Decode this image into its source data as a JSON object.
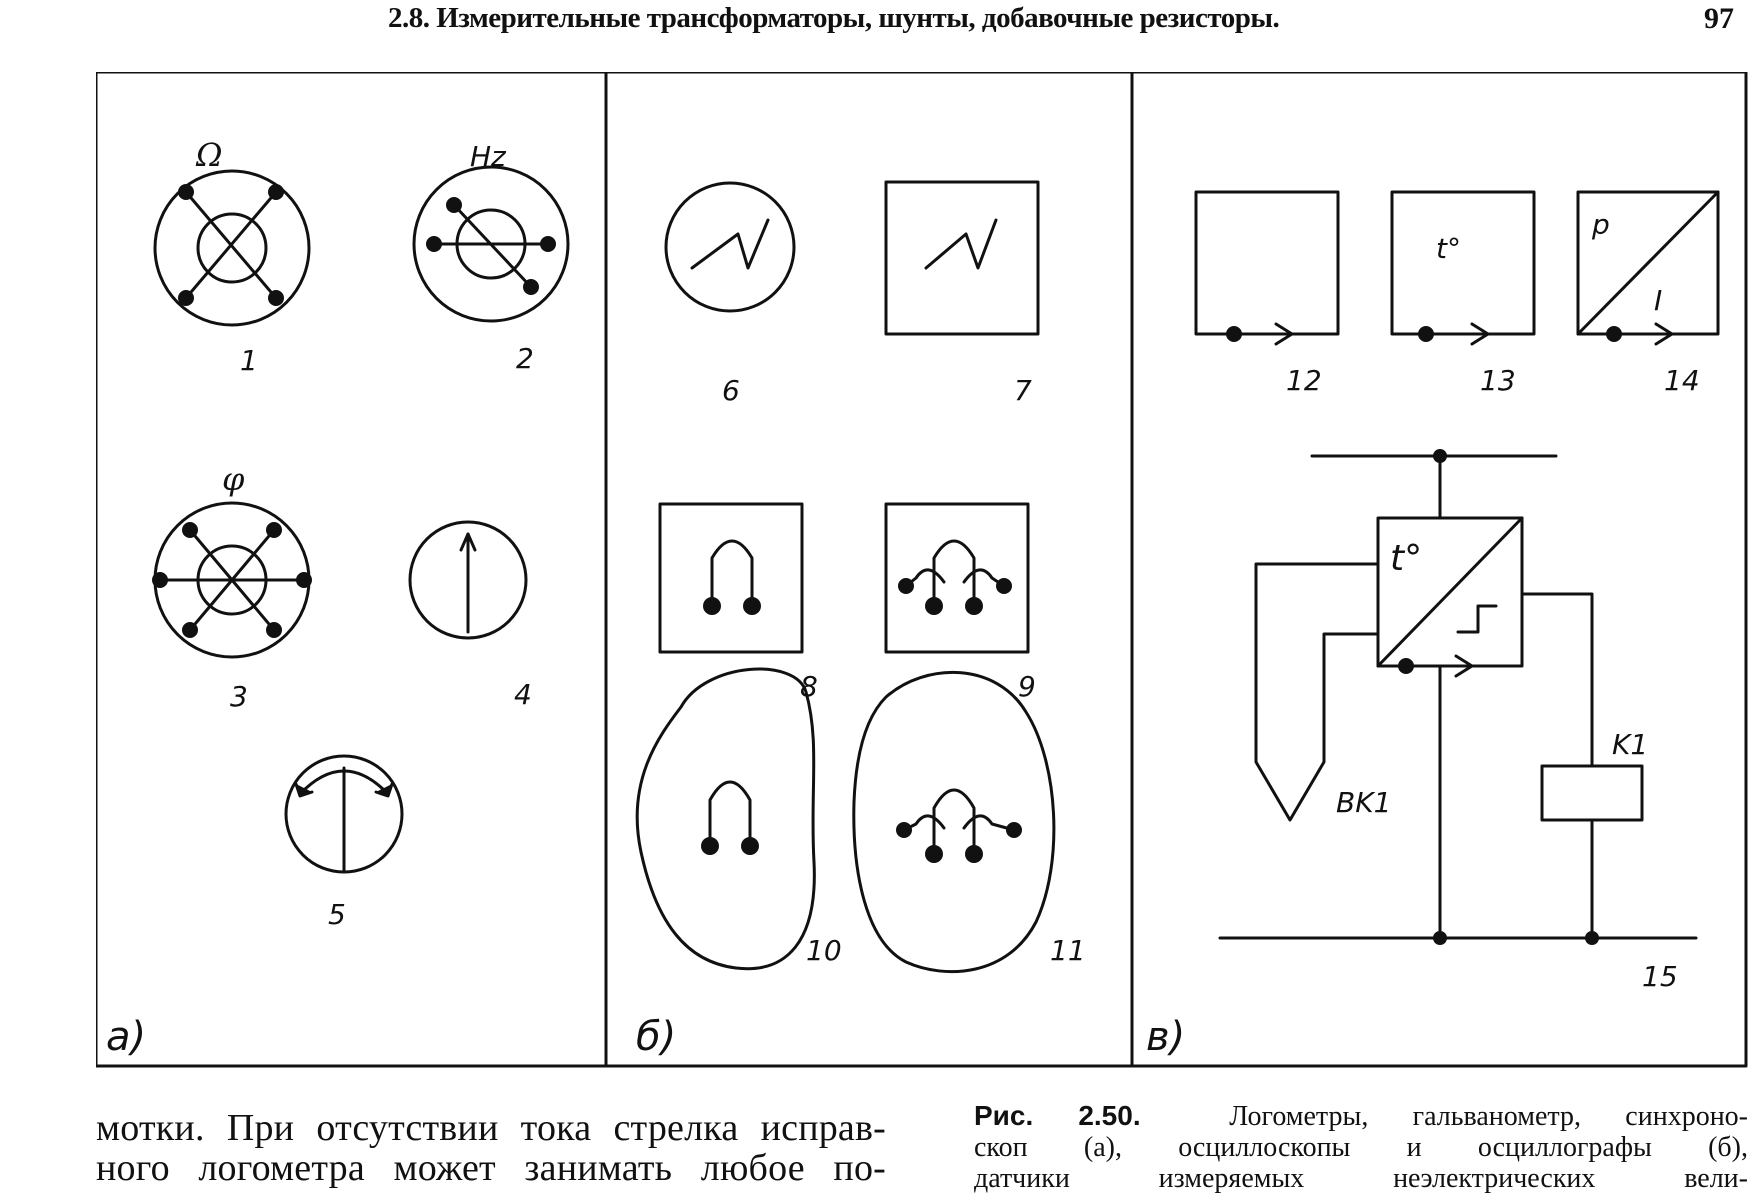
{
  "header": {
    "title": "2.8. Измерительные трансформаторы, шунты, добавочные резисторы.",
    "page_number": "97"
  },
  "figure": {
    "panels": [
      {
        "label": "а)"
      },
      {
        "label": "б)"
      },
      {
        "label": "в)"
      }
    ],
    "symbol_labels": {
      "ohm": "Ω",
      "hertz": "Hz",
      "phi": "φ",
      "temperature": "t°",
      "pressure": "p",
      "current": "I",
      "sensor": "BK1",
      "relay": "K1"
    },
    "item_numbers": [
      "1",
      "2",
      "3",
      "4",
      "5",
      "6",
      "7",
      "8",
      "9",
      "10",
      "11",
      "12",
      "13",
      "14",
      "15"
    ]
  },
  "body_text": {
    "lines": [
      "мотки. При отсутствии тока стрелка исправ-",
      "ного логометра может занимать любое по-"
    ]
  },
  "caption": {
    "number": "Рис. 2.50.",
    "lines": [
      "Логометры, гальванометр, синхроно-",
      "скоп (а), осциллоскопы и осциллографы (б),",
      "датчики измеряемых неэлектрических вели-"
    ]
  }
}
